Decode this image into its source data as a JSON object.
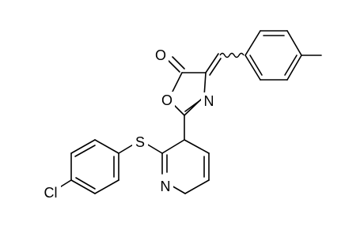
{
  "molecule": {
    "atoms": {
      "carbonyl_oxygen": "O",
      "ring_oxygen": "O",
      "ring_nitrogen": "N",
      "pyridine_nitrogen": "N",
      "sulfur": "S",
      "chlorine": "Cl"
    }
  }
}
